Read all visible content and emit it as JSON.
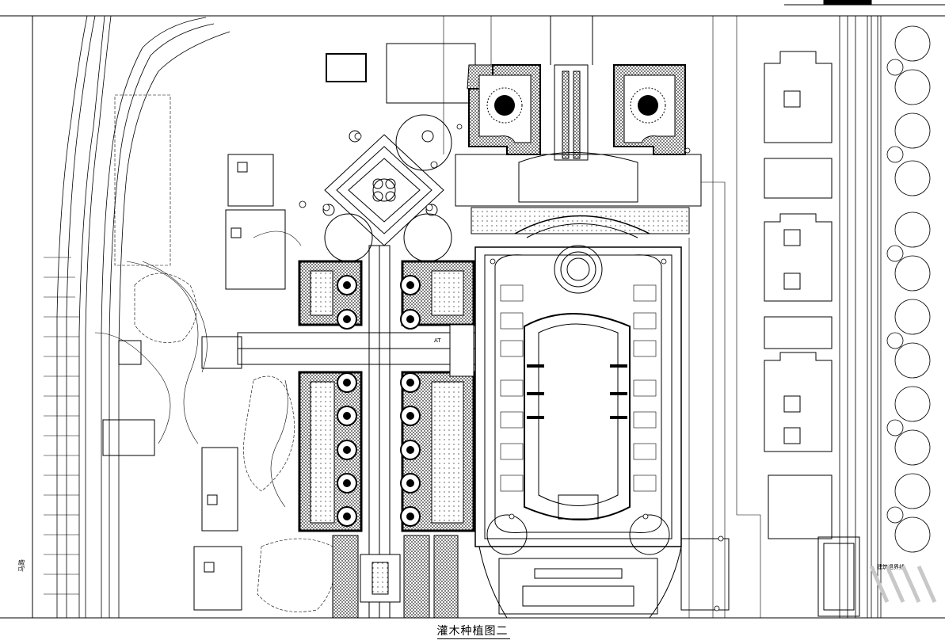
{
  "drawing": {
    "caption": "灌木种植图二",
    "line_color": "#000000",
    "background_color": "#ffffff"
  },
  "labels": {
    "left_edge": "马路",
    "right_road": "建筑退界线",
    "pool_marker": "AT"
  }
}
